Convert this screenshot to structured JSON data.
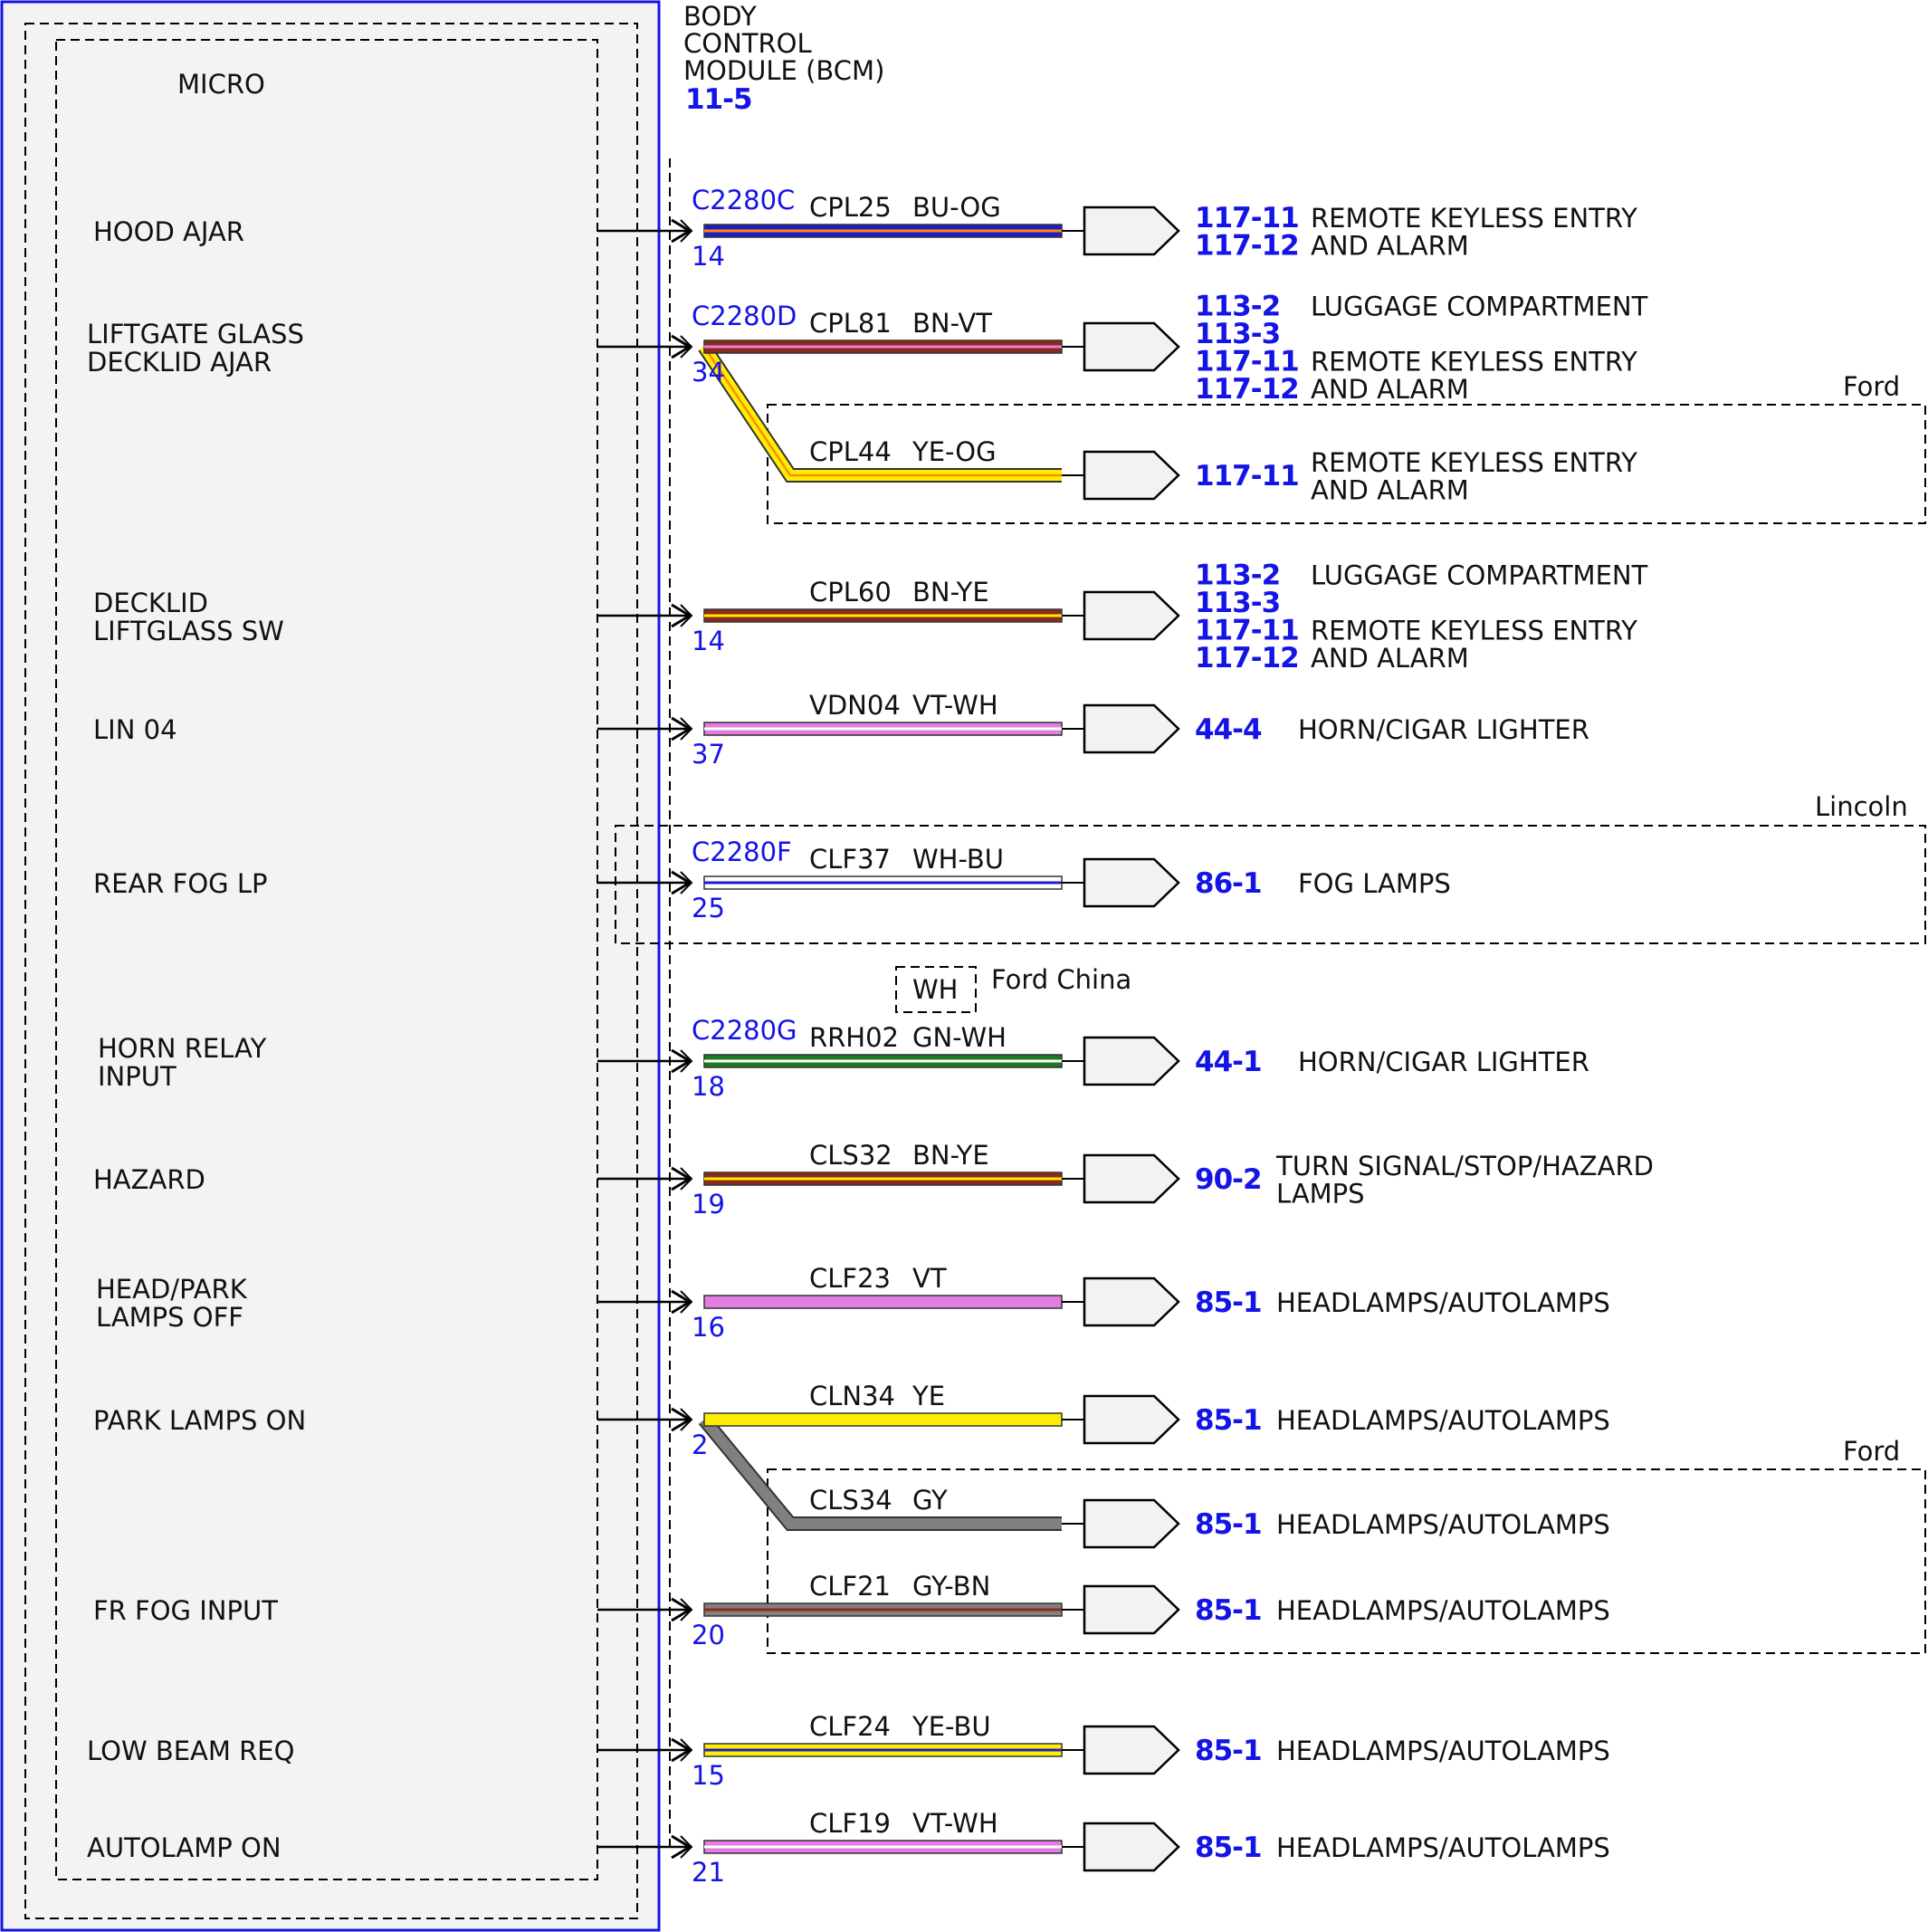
{
  "module": {
    "title_lines": [
      "BODY",
      "CONTROL",
      "MODULE (BCM)"
    ],
    "ref": "11-5",
    "inner_label": "MICRO"
  },
  "colors": {
    "BU": "#1e1ec8",
    "OG": "#ff8c00",
    "BN": "#8b2a1a",
    "VT": "#e27ee2",
    "YE": "#ffee00",
    "WH": "#ffffff",
    "GN": "#1f7a1f",
    "GY": "#808080",
    "module_border": "#1414e6",
    "ref_text": "#1414e6"
  },
  "option_boxes": [
    {
      "label": "Ford"
    },
    {
      "label": "Lincoln"
    },
    {
      "label": "Ford"
    }
  ],
  "ford_china": {
    "box_text": "WH",
    "label": "Ford China"
  },
  "circuits": [
    {
      "signal": [
        "HOOD AJAR"
      ],
      "connector": "C2280C",
      "pin": "14",
      "circuit": "CPL25",
      "color": "BU-OG",
      "base": "BU",
      "stripe": "OG",
      "refs": [
        "117-11",
        "117-12"
      ],
      "desc": [
        "REMOTE KEYLESS ENTRY",
        "AND ALARM"
      ]
    },
    {
      "signal": [
        "LIFTGATE GLASS",
        "DECKLID AJAR"
      ],
      "connector": "C2280D",
      "pin": "34",
      "circuit": "CPL81",
      "color": "BN-VT",
      "base": "BN",
      "stripe": "VT",
      "refs": [
        "113-2",
        "113-3",
        "117-11",
        "117-12"
      ],
      "desc": [
        "LUGGAGE COMPARTMENT",
        "",
        "REMOTE KEYLESS ENTRY",
        "AND ALARM"
      ]
    },
    {
      "signal": [],
      "connector": "",
      "pin": "",
      "circuit": "CPL44",
      "color": "YE-OG",
      "base": "YE",
      "stripe": "OG",
      "refs": [
        "117-11"
      ],
      "desc": [
        "REMOTE KEYLESS ENTRY",
        "AND ALARM"
      ]
    },
    {
      "signal": [
        "DECKLID",
        "LIFTGLASS SW"
      ],
      "connector": "",
      "pin": "14",
      "circuit": "CPL60",
      "color": "BN-YE",
      "base": "BN",
      "stripe": "YE",
      "refs": [
        "113-2",
        "113-3",
        "117-11",
        "117-12"
      ],
      "desc": [
        "LUGGAGE COMPARTMENT",
        "",
        "REMOTE KEYLESS ENTRY",
        "AND ALARM"
      ]
    },
    {
      "signal": [
        "LIN 04"
      ],
      "connector": "",
      "pin": "37",
      "circuit": "VDN04",
      "color": "VT-WH",
      "base": "VT",
      "stripe": "WH",
      "refs": [
        "44-4"
      ],
      "desc": [
        "HORN/CIGAR LIGHTER"
      ]
    },
    {
      "signal": [
        "REAR FOG LP"
      ],
      "connector": "C2280F",
      "pin": "25",
      "circuit": "CLF37",
      "color": "WH-BU",
      "base": "WH",
      "stripe": "BU",
      "refs": [
        "86-1"
      ],
      "desc": [
        "FOG LAMPS"
      ]
    },
    {
      "signal": [
        "HORN RELAY",
        "INPUT"
      ],
      "connector": "C2280G",
      "pin": "18",
      "circuit": "RRH02",
      "color": "GN-WH",
      "base": "GN",
      "stripe": "WH",
      "refs": [
        "44-1"
      ],
      "desc": [
        "HORN/CIGAR LIGHTER"
      ]
    },
    {
      "signal": [
        "HAZARD"
      ],
      "connector": "",
      "pin": "19",
      "circuit": "CLS32",
      "color": "BN-YE",
      "base": "BN",
      "stripe": "YE",
      "refs": [
        "90-2"
      ],
      "desc": [
        "TURN SIGNAL/STOP/HAZARD",
        "LAMPS"
      ]
    },
    {
      "signal": [
        "HEAD/PARK",
        "LAMPS OFF"
      ],
      "connector": "",
      "pin": "16",
      "circuit": "CLF23",
      "color": "VT",
      "base": "VT",
      "stripe": "",
      "refs": [
        "85-1"
      ],
      "desc": [
        "HEADLAMPS/AUTOLAMPS"
      ]
    },
    {
      "signal": [
        "PARK LAMPS ON"
      ],
      "connector": "",
      "pin": "2",
      "circuit": "CLN34",
      "color": "YE",
      "base": "YE",
      "stripe": "",
      "refs": [
        "85-1"
      ],
      "desc": [
        "HEADLAMPS/AUTOLAMPS"
      ]
    },
    {
      "signal": [],
      "connector": "",
      "pin": "",
      "circuit": "CLS34",
      "color": "GY",
      "base": "GY",
      "stripe": "",
      "refs": [
        "85-1"
      ],
      "desc": [
        "HEADLAMPS/AUTOLAMPS"
      ]
    },
    {
      "signal": [
        "FR FOG INPUT"
      ],
      "connector": "",
      "pin": "20",
      "circuit": "CLF21",
      "color": "GY-BN",
      "base": "GY",
      "stripe": "BN",
      "refs": [
        "85-1"
      ],
      "desc": [
        "HEADLAMPS/AUTOLAMPS"
      ]
    },
    {
      "signal": [
        "LOW BEAM REQ"
      ],
      "connector": "",
      "pin": "15",
      "circuit": "CLF24",
      "color": "YE-BU",
      "base": "YE",
      "stripe": "BU",
      "refs": [
        "85-1"
      ],
      "desc": [
        "HEADLAMPS/AUTOLAMPS"
      ]
    },
    {
      "signal": [
        "AUTOLAMP ON"
      ],
      "connector": "",
      "pin": "21",
      "circuit": "CLF19",
      "color": "VT-WH",
      "base": "VT",
      "stripe": "WH",
      "refs": [
        "85-1"
      ],
      "desc": [
        "HEADLAMPS/AUTOLAMPS"
      ]
    }
  ]
}
